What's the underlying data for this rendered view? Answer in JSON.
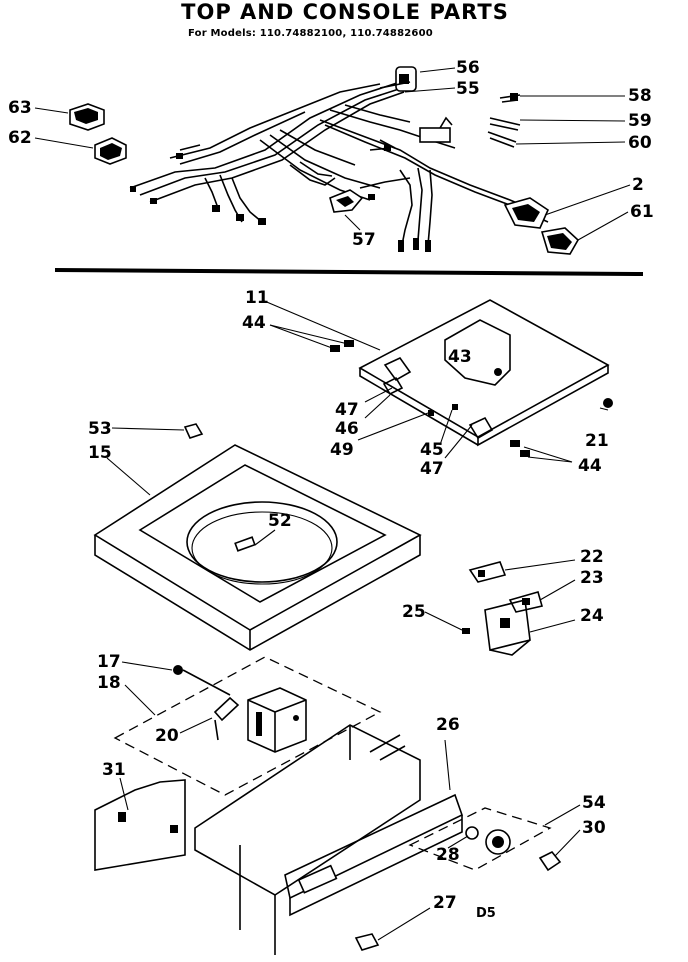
{
  "header": {
    "title": "TOP AND CONSOLE PARTS",
    "subtitle": "For Models: 110.74882100, 110.74882600"
  },
  "callouts": {
    "c2": "2",
    "c11": "11",
    "c15": "15",
    "c17": "17",
    "c18": "18",
    "c20": "20",
    "c21": "21",
    "c22": "22",
    "c23": "23",
    "c24": "24",
    "c25": "25",
    "c26": "26",
    "c27": "27",
    "c28": "28",
    "c30": "30",
    "c31": "31",
    "c43": "43",
    "c44a": "44",
    "c44b": "44",
    "c45": "45",
    "c46": "46",
    "c47a": "47",
    "c47b": "47",
    "c49": "49",
    "c52": "52",
    "c53": "53",
    "c54": "54",
    "c55": "55",
    "c56": "56",
    "c57": "57",
    "c58": "58",
    "c59": "59",
    "c60": "60",
    "c61": "61",
    "c62": "62",
    "c63": "63"
  },
  "footer_code": "D5"
}
